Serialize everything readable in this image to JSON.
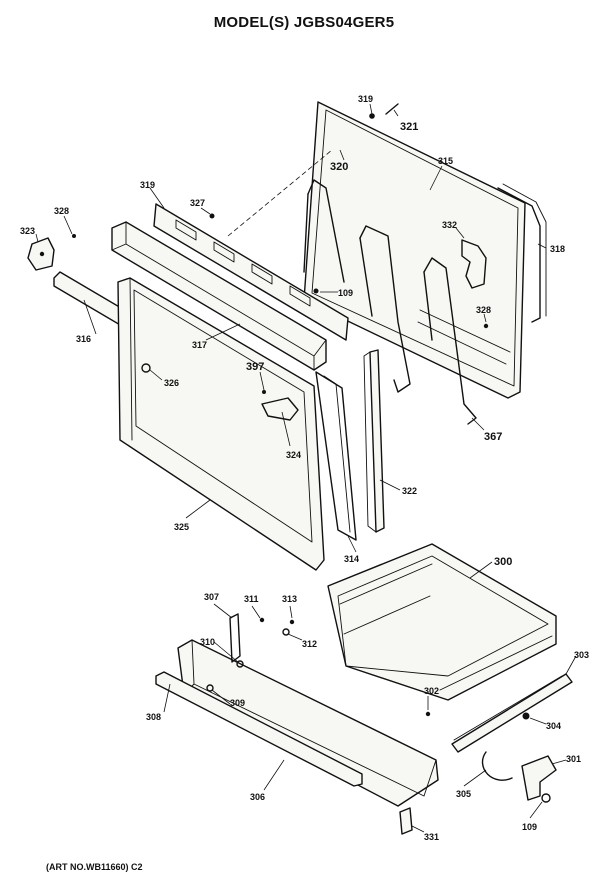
{
  "header": {
    "title": "MODEL(S) JGBS04GER5"
  },
  "footer": {
    "art_no": "(ART NO.WB11660) C2"
  },
  "diagram": {
    "callouts": {
      "c319a": "319",
      "c321": "321",
      "c320": "320",
      "c315": "315",
      "c319b": "319",
      "c327": "327",
      "c328a": "328",
      "c323": "323",
      "c332": "332",
      "c318": "318",
      "c109a": "109",
      "c328b": "328",
      "c316": "316",
      "c317": "317",
      "c326": "326",
      "c397": "397",
      "c367": "367",
      "c324": "324",
      "c322": "322",
      "c325": "325",
      "c314": "314",
      "c300": "300",
      "c307": "307",
      "c311": "311",
      "c313": "313",
      "c310": "310",
      "c312": "312",
      "c303": "303",
      "c302": "302",
      "c308": "308",
      "c309": "309",
      "c304": "304",
      "c301": "301",
      "c305": "305",
      "c306": "306",
      "c109b": "109",
      "c331": "331"
    }
  }
}
